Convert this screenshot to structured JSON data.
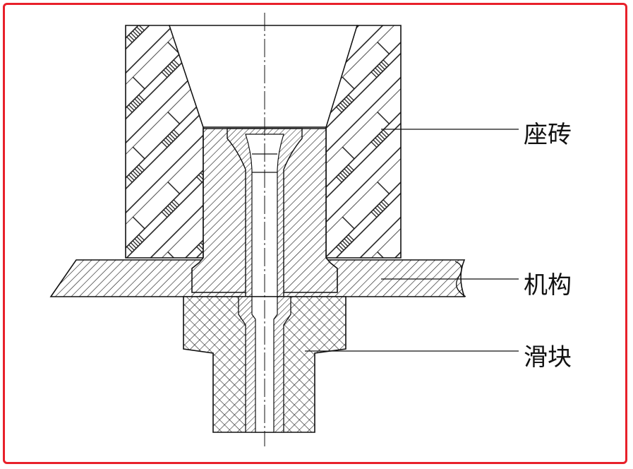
{
  "diagram": {
    "labels": {
      "seat_brick": "座砖",
      "mechanism": "机构",
      "slider": "滑块"
    },
    "colors": {
      "frame": "#e8202a",
      "line": "#111111",
      "background": "#ffffff"
    }
  }
}
